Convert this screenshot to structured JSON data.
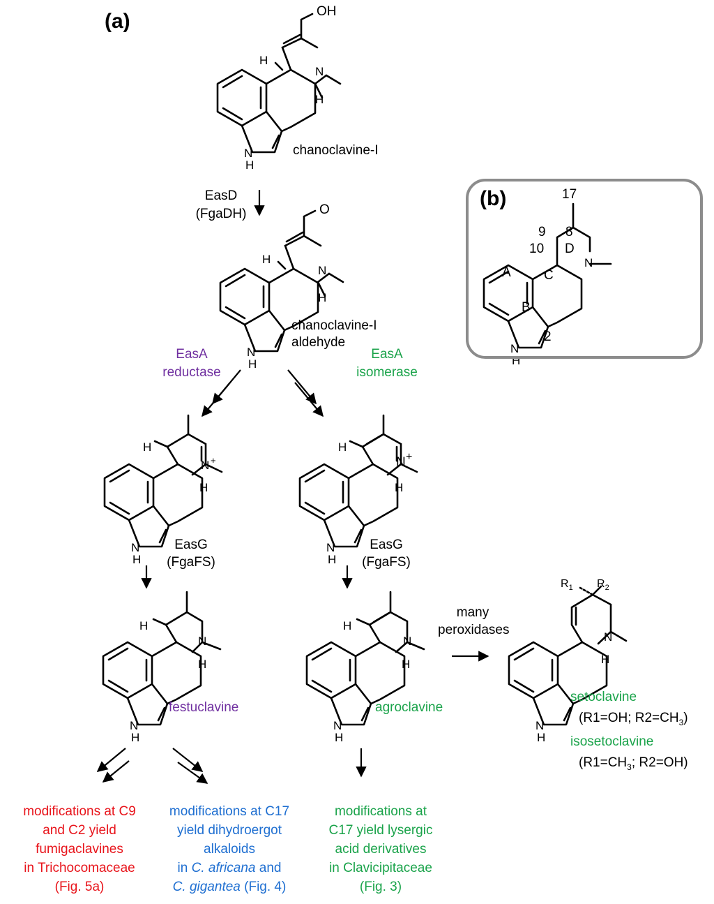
{
  "panel_labels": {
    "a": "(a)",
    "b": "(b)"
  },
  "compounds": {
    "chanoclavine": "chanoclavine-I",
    "aldehyde_line1": "chanoclavine-I",
    "aldehyde_line2": "aldehyde",
    "festuclavine": "festuclavine",
    "agroclavine": "agroclavine",
    "setoclavine": "setoclavine",
    "setoclavine_sub": "(R1=OH; R2=CH",
    "setoclavine_sub_idx": "3",
    "setoclavine_sub_end": ")",
    "isosetoclavine": "isosetoclavine",
    "isosetoclavine_sub": "(R1=CH",
    "isosetoclavine_sub_idx": "3",
    "isosetoclavine_sub_end": "; R2=OH)"
  },
  "enzymes": {
    "easd": "EasD",
    "fgadh": "(FgaDH)",
    "easa_red_1": "EasA",
    "easa_red_2": "reductase",
    "easa_iso_1": "EasA",
    "easa_iso_2": "isomerase",
    "easg_left_1": "EasG",
    "easg_left_2": "(FgaFS)",
    "easg_right_1": "EasG",
    "easg_right_2": "(FgaFS)",
    "perox_1": "many",
    "perox_2": "peroxidases"
  },
  "atoms": {
    "oh": "OH",
    "o": "O",
    "h": "H",
    "n": "N",
    "nh_n": "N",
    "nh_h": "H",
    "n_plus": "+",
    "r1": "R",
    "r1_sub": "1",
    "r2": "R",
    "r2_sub": "2"
  },
  "ergoline": {
    "ring_a": "A",
    "ring_b": "B",
    "ring_c": "C",
    "ring_d": "D",
    "pos_17": "17",
    "pos_8": "8",
    "pos_9": "9",
    "pos_10": "10",
    "pos_2": "2"
  },
  "outcomes": {
    "red": [
      "modifications at C9",
      "and C2 yield",
      "fumigaclavines",
      "in Trichocomaceae",
      "(Fig. 5a)"
    ],
    "blue_1": "modifications at C17",
    "blue_2": "yield dihydroergot",
    "blue_3": "alkaloids",
    "blue_4a": "in ",
    "blue_4b": "C. africana",
    "blue_4c": " and",
    "blue_5a": "C. gigantea",
    "blue_5b": " (Fig. 4)",
    "green": [
      "modifications at",
      "C17 yield lysergic",
      "acid derivatives",
      "in Clavicipitaceae",
      "(Fig. 3)"
    ]
  },
  "colors": {
    "reductase": "#7030a0",
    "isomerase": "#1aa34a",
    "trichocomaceae": "#e8141b",
    "dihydroergot": "#1f6fd1",
    "clavicipitaceae": "#1aa34a",
    "panel_border": "#8c8c8c"
  }
}
